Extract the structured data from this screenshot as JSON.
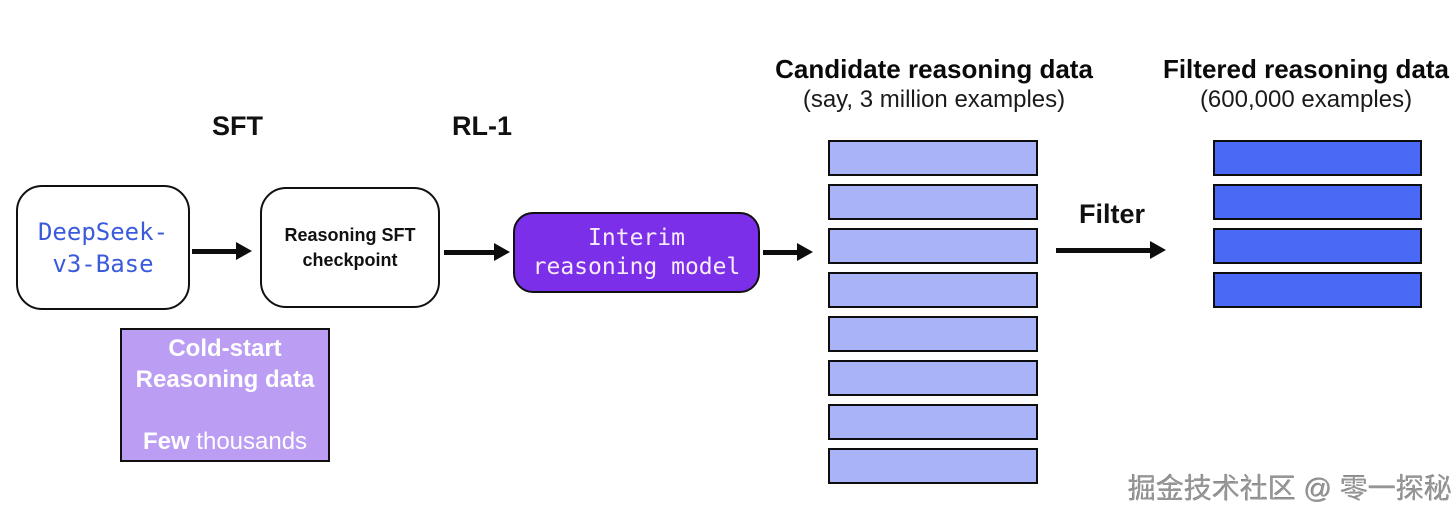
{
  "diagram": {
    "background": "#ffffff",
    "nodes": {
      "base_model": {
        "label": "DeepSeek-\nv3-Base",
        "text_color": "#3b5bdb",
        "fill": "#ffffff"
      },
      "sft_checkpoint": {
        "label": "Reasoning SFT\ncheckpoint",
        "text_color": "#111111",
        "fill": "#ffffff"
      },
      "interim_model": {
        "label": "Interim\nreasoning model",
        "text_color": "#f8ecfc",
        "fill": "#7b2fe9"
      },
      "cold_start": {
        "line1": "Cold-start",
        "line2": "Reasoning data",
        "line3_bold": "Few",
        "line3_regular": "thousands",
        "text_color": "#ffffff",
        "fill": "#bb9ef3"
      }
    },
    "edge_labels": {
      "sft": "SFT",
      "rl1": "RL-1",
      "filter": "Filter"
    },
    "candidate_stack": {
      "title": "Candidate reasoning data",
      "subtitle": "(say, 3 million examples)",
      "bar_count": 8,
      "bar_color": "#a9b3f7"
    },
    "filtered_stack": {
      "title": "Filtered reasoning data",
      "subtitle": "(600,000 examples)",
      "bar_count": 4,
      "bar_color": "#4a6af5"
    },
    "arrow_color": "#0d0d0d",
    "watermark": "掘金技术社区 @ 零一探秘"
  }
}
